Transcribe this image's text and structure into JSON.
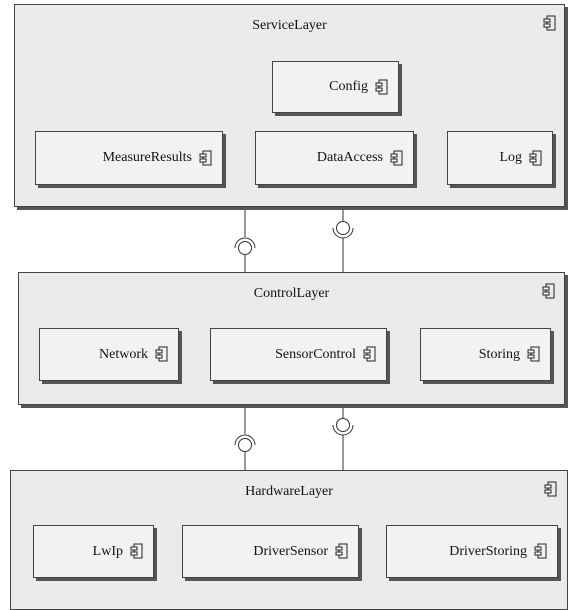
{
  "layers": [
    {
      "name": "ServiceLayer",
      "components": [
        "Config",
        "MeasureResults",
        "DataAccess",
        "Log"
      ]
    },
    {
      "name": "ControlLayer",
      "components": [
        "Network",
        "SensorControl",
        "Storing"
      ]
    },
    {
      "name": "HardwareLayer",
      "components": [
        "LwIp",
        "DriverSensor",
        "DriverStoring"
      ]
    }
  ],
  "interfaces": [
    {
      "from": "ServiceLayer",
      "to": "ControlLayer",
      "provided": "ControlLayer",
      "required": "ServiceLayer"
    },
    {
      "from": "ServiceLayer",
      "to": "ControlLayer",
      "provided": "ServiceLayer",
      "required": "ControlLayer"
    },
    {
      "from": "ControlLayer",
      "to": "HardwareLayer",
      "provided": "HardwareLayer",
      "required": "ControlLayer"
    },
    {
      "from": "ControlLayer",
      "to": "HardwareLayer",
      "provided": "ControlLayer",
      "required": "HardwareLayer"
    }
  ],
  "icon": "uml-component-icon"
}
